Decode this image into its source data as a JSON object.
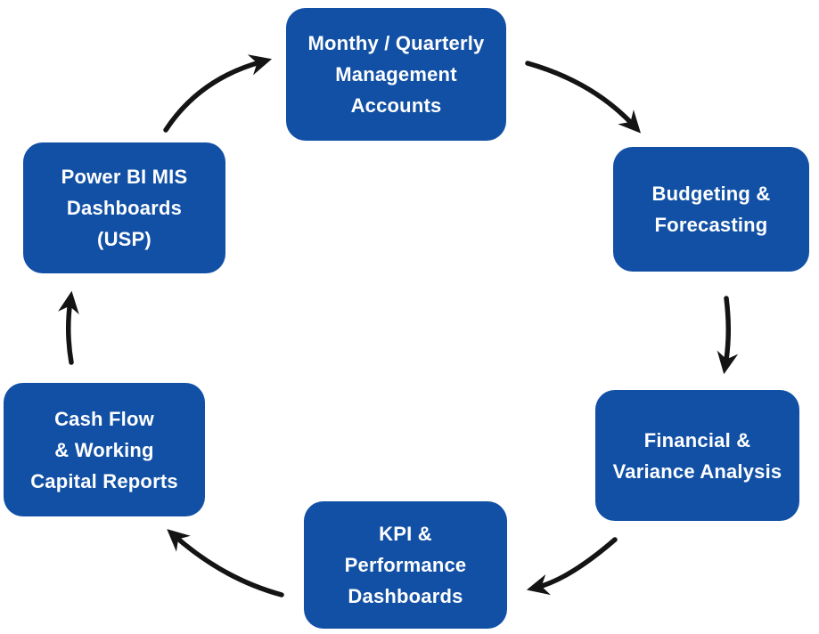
{
  "diagram": {
    "type": "cycle",
    "colors": {
      "background": "#ffffff",
      "box": "#1150a5",
      "text": "#ffffff",
      "arrow": "#141414"
    },
    "nodes": [
      {
        "id": "management-accounts",
        "lines": [
          "Monthy / Quarterly",
          "Management",
          "Accounts"
        ]
      },
      {
        "id": "budgeting-forecasting",
        "lines": [
          "Budgeting &",
          "Forecasting"
        ]
      },
      {
        "id": "financial-variance-analysis",
        "lines": [
          "Financial &",
          "Variance Analysis"
        ]
      },
      {
        "id": "kpi-performance-dashboards",
        "lines": [
          "KPI &",
          "Performance",
          "Dashboards"
        ]
      },
      {
        "id": "cash-flow-working-capital",
        "lines": [
          "Cash Flow",
          "& Working",
          "Capital Reports"
        ]
      },
      {
        "id": "power-bi-mis-dashboards",
        "lines": [
          "Power BI MIS",
          "Dashboards",
          "(USP)"
        ]
      }
    ],
    "flow": [
      {
        "from": "power-bi-mis-dashboards",
        "to": "management-accounts"
      },
      {
        "from": "management-accounts",
        "to": "budgeting-forecasting"
      },
      {
        "from": "budgeting-forecasting",
        "to": "financial-variance-analysis"
      },
      {
        "from": "financial-variance-analysis",
        "to": "kpi-performance-dashboards"
      },
      {
        "from": "kpi-performance-dashboards",
        "to": "cash-flow-working-capital"
      },
      {
        "from": "cash-flow-working-capital",
        "to": "power-bi-mis-dashboards"
      }
    ]
  }
}
